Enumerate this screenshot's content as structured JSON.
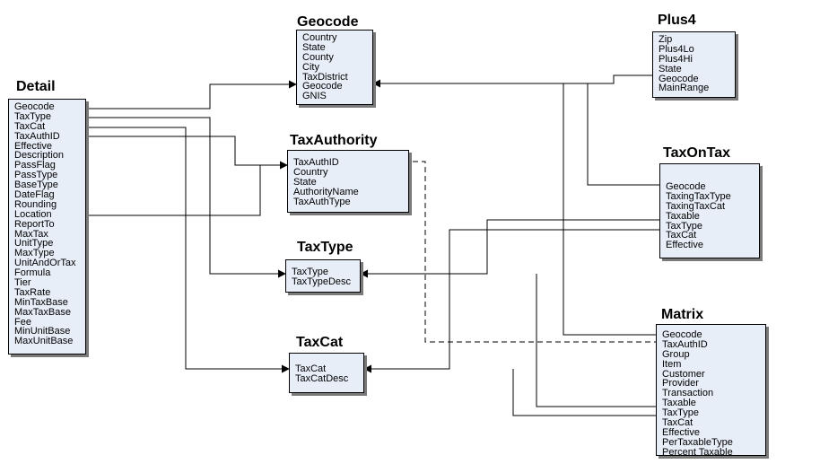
{
  "entities": {
    "detail": {
      "title": "Detail",
      "fields": [
        "Geocode",
        "TaxType",
        "TaxCat",
        "TaxAuthID",
        "Effective",
        "Description",
        "PassFlag",
        "PassType",
        "BaseType",
        "DateFlag",
        "Rounding",
        "Location",
        "ReportTo",
        "MaxTax",
        "UnitType",
        "MaxType",
        "UnitAndOrTax",
        "Formula",
        "Tier",
        "TaxRate",
        "MinTaxBase",
        "MaxTaxBase",
        "Fee",
        "MinUnitBase",
        "MaxUnitBase"
      ]
    },
    "geocode": {
      "title": "Geocode",
      "fields": [
        "Country",
        "State",
        "County",
        "City",
        "TaxDistrict",
        "Geocode",
        "GNIS"
      ]
    },
    "plus4": {
      "title": "Plus4",
      "fields": [
        "Zip",
        "Plus4Lo",
        "Plus4Hi",
        "State",
        "Geocode",
        "MainRange"
      ]
    },
    "taxauthority": {
      "title": "TaxAuthority",
      "fields": [
        "TaxAuthID",
        "Country",
        "State",
        "AuthorityName",
        "TaxAuthType"
      ]
    },
    "taxontax": {
      "title": "TaxOnTax",
      "fields": [
        "Geocode",
        "TaxingTaxType",
        "TaxingTaxCat",
        "Taxable",
        "TaxType",
        "TaxCat",
        "Effective"
      ]
    },
    "taxtype": {
      "title": "TaxType",
      "fields": [
        "TaxType",
        "TaxTypeDesc"
      ]
    },
    "taxcat": {
      "title": "TaxCat",
      "fields": [
        "TaxCat",
        "TaxCatDesc"
      ]
    },
    "matrix": {
      "title": "Matrix",
      "fields": [
        "Geocode",
        "TaxAuthID",
        "Group",
        "Item",
        "Customer",
        "Provider",
        "Transaction",
        "Taxable",
        "TaxType",
        "TaxCat",
        "Effective",
        "PerTaxableType",
        "Percent Taxable"
      ]
    }
  }
}
